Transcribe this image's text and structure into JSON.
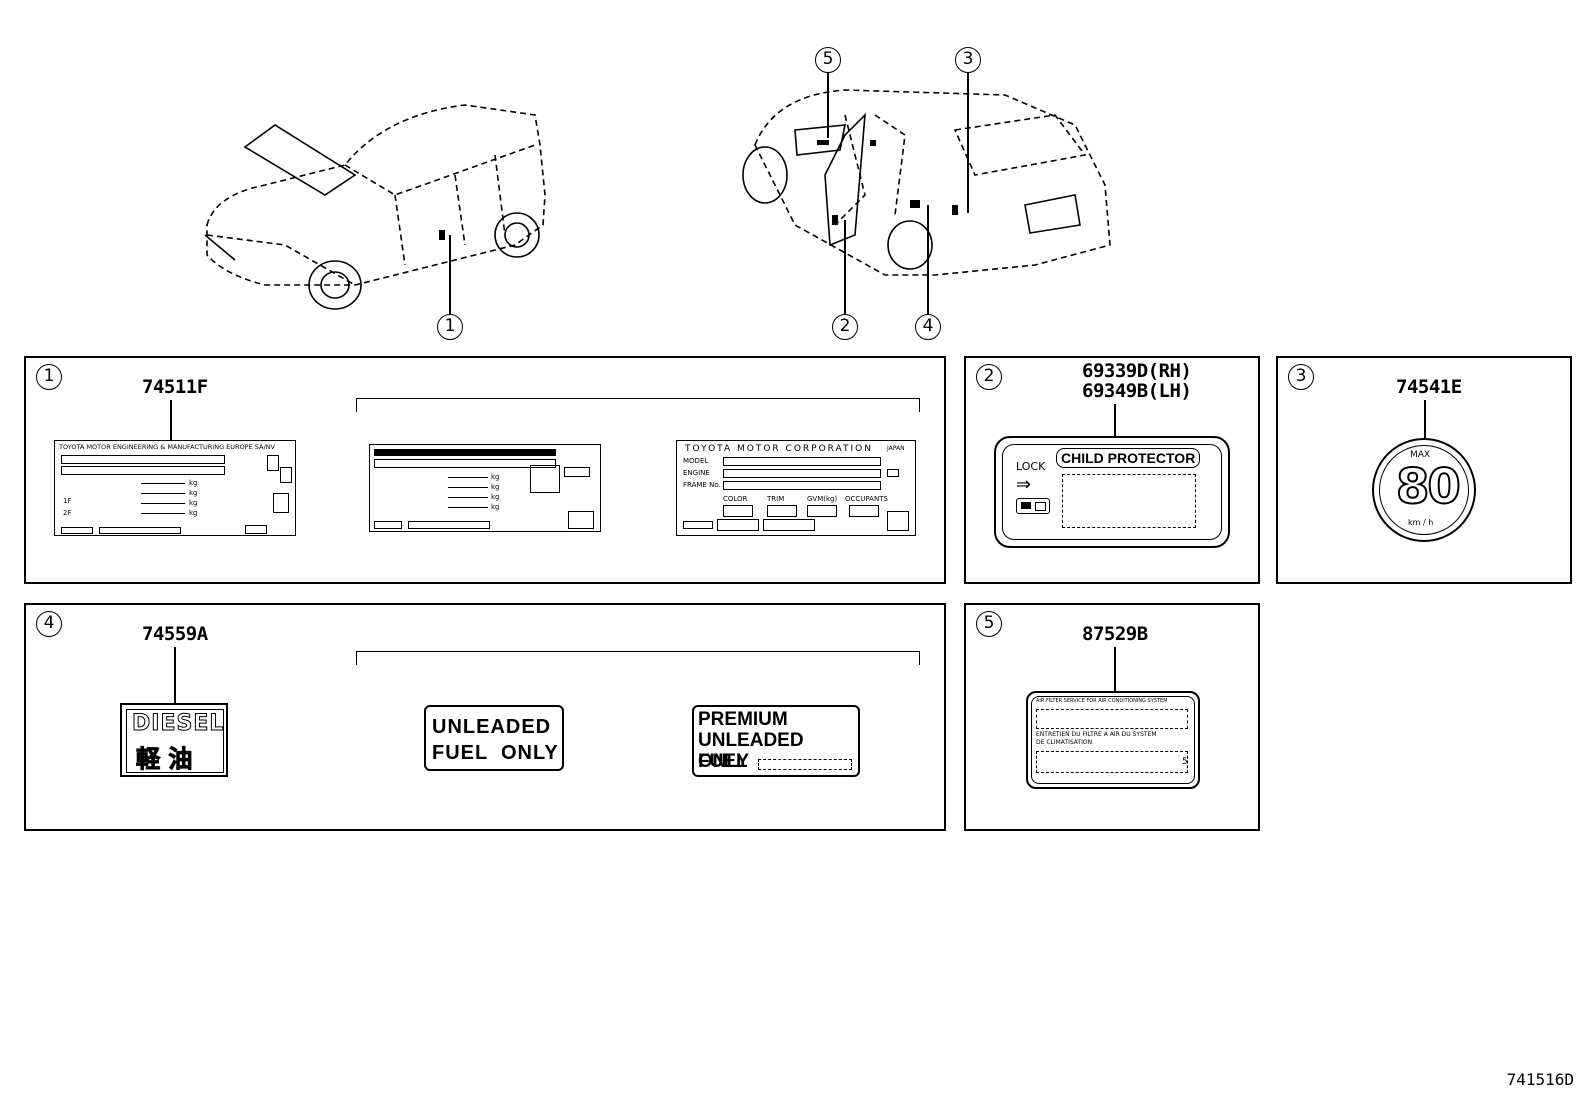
{
  "diagram_number": "741516D",
  "callouts": [
    "1",
    "2",
    "3",
    "4",
    "5"
  ],
  "panels": {
    "p1": {
      "index": "1",
      "part_number": "74511F",
      "vin_label": {
        "header": "TOYOTA MOTOR ENGINEERING & MANUFACTURING EUROPE SA/NV",
        "unit_lines": [
          "kg",
          "kg",
          "kg",
          "kg"
        ],
        "axle_labels": [
          "1F",
          "2F"
        ]
      },
      "mid_label": {
        "unit_lines": [
          "kg",
          "kg",
          "kg",
          "kg"
        ]
      },
      "tmc_label": {
        "header": "TOYOTA MOTOR CORPORATION",
        "header_code": "JAPAN",
        "rows": [
          "MODEL",
          "ENGINE",
          "FRAME No."
        ],
        "cols": [
          "COLOR",
          "TRIM",
          "GVM(kg)",
          "OCCUPANTS"
        ]
      }
    },
    "p2": {
      "index": "2",
      "part_number_rh": "69339D(RH)",
      "part_number_lh": "69349B(LH)",
      "lock_text": "LOCK",
      "protector_text": "CHILD PROTECTOR"
    },
    "p3": {
      "index": "3",
      "part_number": "74541E",
      "max_text": "MAX",
      "speed": "80",
      "unit": "km / h"
    },
    "p4": {
      "index": "4",
      "part_number": "74559A",
      "diesel_text": "DIESEL",
      "diesel_kanji": "軽 油",
      "unleaded_line1": "UNLEADED",
      "unleaded_line2": "FUEL  ONLY",
      "premium_line1": "PREMIUM",
      "premium_line2": "UNLEADED FUEL",
      "premium_line3": "ONLY"
    },
    "p5": {
      "index": "5",
      "part_number": "87529B",
      "line1": "AIR FILTER SERVICE FOR AIR CONDITIONING SYSTEM",
      "line2": "ENTRETIEN DU FILTRE A AIR DU SYSTEM",
      "line3": "DE CLIMATISATION",
      "suffix": "5"
    }
  }
}
